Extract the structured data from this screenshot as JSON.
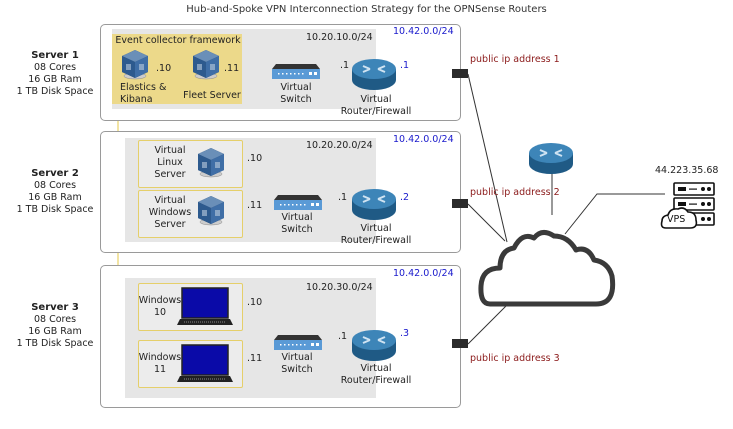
{
  "title": "Hub-and-Spoke VPN Interconnection Strategy for the OPNSense Routers",
  "servers": [
    {
      "name": "Server 1",
      "specs": [
        "08 Cores",
        "16 GB Ram",
        "1 TB Disk Space"
      ],
      "lan_subnet": "10.20.10.0/24",
      "wan_subnet": "10.42.0.0/24",
      "group_label": "Event collector framework",
      "vms": [
        {
          "label": "Elastics & Kibana",
          "ip": ".10",
          "icon": "virtualbox-icon"
        },
        {
          "label": "Fleet Server",
          "ip": ".11",
          "icon": "virtualbox-icon"
        }
      ],
      "switch_label": [
        "Virtual",
        "Switch"
      ],
      "router_label": [
        "Virtual",
        "Router/Firewall"
      ],
      "router_lan_ip": ".1",
      "router_wan_ip": ".1",
      "public_ip": "public ip address 1"
    },
    {
      "name": "Server 2",
      "specs": [
        "08 Cores",
        "16 GB Ram",
        "1 TB Disk Space"
      ],
      "lan_subnet": "10.20.20.0/24",
      "wan_subnet": "10.42.0.0/24",
      "vms": [
        {
          "label": [
            "Virtual",
            "Linux",
            "Server"
          ],
          "ip": ".10",
          "icon": "virtualbox-icon"
        },
        {
          "label": [
            "Virtual",
            "Windows",
            "Server"
          ],
          "ip": ".11",
          "icon": "virtualbox-icon"
        }
      ],
      "switch_label": [
        "Virtual",
        "Switch"
      ],
      "router_label": [
        "Virtual",
        "Router/Firewall"
      ],
      "router_lan_ip": ".1",
      "router_wan_ip": ".2",
      "public_ip": "public ip address 2"
    },
    {
      "name": "Server 3",
      "specs": [
        "08 Cores",
        "16 GB Ram",
        "1 TB Disk Space"
      ],
      "lan_subnet": "10.20.30.0/24",
      "wan_subnet": "10.42.0.0/24",
      "vms": [
        {
          "label": [
            "Windows",
            "10"
          ],
          "ip": ".10",
          "icon": "laptop-icon"
        },
        {
          "label": [
            "Windows",
            "11"
          ],
          "ip": ".11",
          "icon": "laptop-icon"
        }
      ],
      "switch_label": [
        "Virtual",
        "Switch"
      ],
      "router_label": [
        "Virtual",
        "Router/Firewall"
      ],
      "router_lan_ip": ".1",
      "router_wan_ip": ".3",
      "public_ip": "public ip address 3"
    }
  ],
  "vps": {
    "ip": "44.223.35.68",
    "label": "VPS"
  },
  "colors": {
    "public_ip_text": "#8b1a1a",
    "wan_text": "#1a1acc",
    "efk_background": "#ecd98a",
    "vm_border": "#e5cf6a",
    "router": "#2f6f9e",
    "laptop_screen": "#0a0aa8"
  }
}
